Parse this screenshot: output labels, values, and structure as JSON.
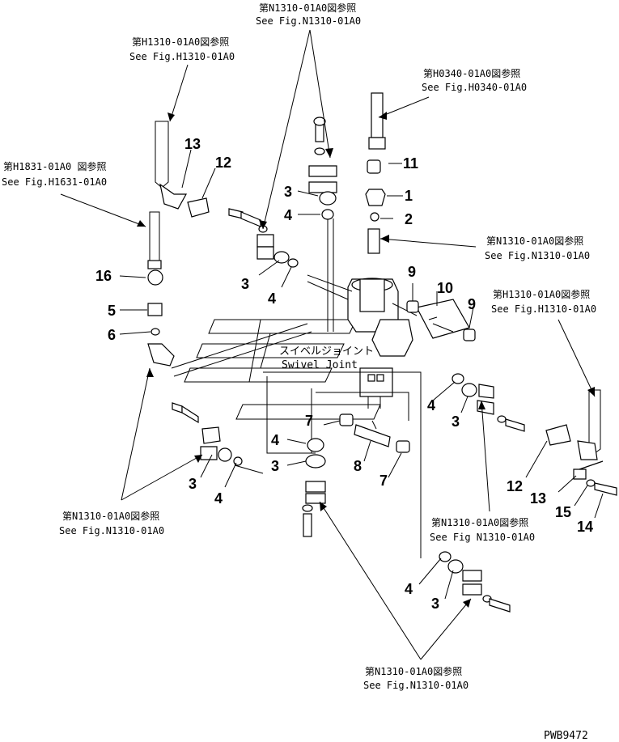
{
  "references": {
    "n1310_top": {
      "jp": "第N1310-01A0図参照",
      "en": "See Fig.N1310-01A0"
    },
    "h1310_left": {
      "jp": "第H1310-01A0図参照",
      "en": "See Fig.H1310-01A0"
    },
    "h0340": {
      "jp": "第H0340-01A0図参照",
      "en": "See Fig.H0340-01A0"
    },
    "h1831": {
      "jp": "第H1831-01A0 図参照",
      "en": "See Fig.H1631-01A0"
    },
    "n1310_right_upper": {
      "jp": "第N1310-01A0図参照",
      "en": "See Fig.N1310-01A0"
    },
    "h1310_right": {
      "jp": "第H1310-01A0図参照",
      "en": "See Fig.H1310-01A0"
    },
    "n1310_left_lower": {
      "jp": "第N1310-01A0図参照",
      "en": "See Fig.N1310-01A0"
    },
    "n1310_right_lower": {
      "jp": "第N1310-01A0図参照",
      "en": "See Fig N1310-01A0"
    },
    "n1310_bottom": {
      "jp": "第N1310-01A0図参照",
      "en": "See Fig.N1310-01A0"
    }
  },
  "swivel_joint": {
    "jp": "スイベルジョイント",
    "en": "Swivel Joint"
  },
  "part_numbers": {
    "p1": "1",
    "p2": "2",
    "p3": "3",
    "p4": "4",
    "p5": "5",
    "p6": "6",
    "p7": "7",
    "p8": "8",
    "p9": "9",
    "p10": "10",
    "p11": "11",
    "p12": "12",
    "p13": "13",
    "p14": "14",
    "p15": "15",
    "p16": "16"
  },
  "drawing_code": "PWB9472"
}
